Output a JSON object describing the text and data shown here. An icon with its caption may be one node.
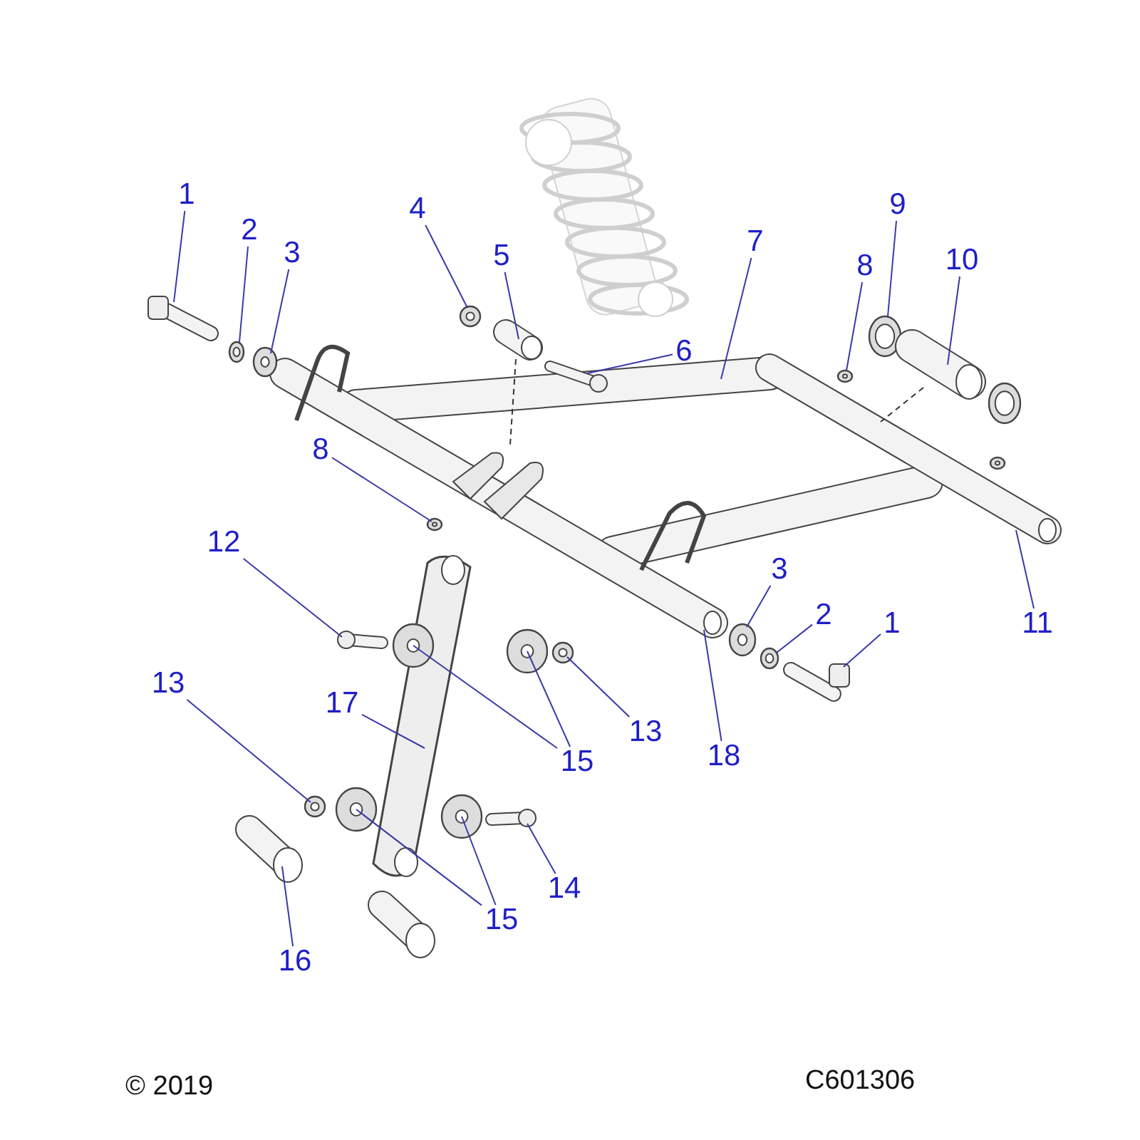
{
  "diagram": {
    "nodes": [
      {
        "text": [
          "1"
        ]
      },
      {
        "text": [
          "2"
        ]
      },
      {
        "text": [
          "3"
        ]
      },
      {
        "text": [
          "4"
        ]
      },
      {
        "text": [
          "5"
        ]
      },
      {
        "text": [
          "6"
        ]
      },
      {
        "text": [
          "7"
        ]
      },
      {
        "text": [
          "8"
        ]
      },
      {
        "text": [
          "9"
        ]
      },
      {
        "text": [
          "10"
        ]
      },
      {
        "text": [
          "8"
        ]
      },
      {
        "text": [
          "11"
        ]
      },
      {
        "text": [
          "12"
        ]
      },
      {
        "text": [
          "3"
        ]
      },
      {
        "text": [
          "2"
        ]
      },
      {
        "text": [
          "1"
        ]
      },
      {
        "text": [
          "13"
        ]
      },
      {
        "text": [
          "17"
        ]
      },
      {
        "text": [
          "18"
        ]
      },
      {
        "text": [
          "13"
        ]
      },
      {
        "text": [
          "15"
        ]
      },
      {
        "text": [
          "14"
        ]
      },
      {
        "text": [
          "15"
        ]
      },
      {
        "text": [
          "16"
        ]
      }
    ],
    "edges": [
      {
        "from": 0,
        "to": null,
        "arrow": "none"
      },
      {
        "from": 1,
        "to": null,
        "arrow": "none"
      },
      {
        "from": 2,
        "to": null,
        "arrow": "none"
      },
      {
        "from": 3,
        "to": null,
        "arrow": "none"
      },
      {
        "from": 4,
        "to": null,
        "arrow": "none"
      },
      {
        "from": 5,
        "to": null,
        "arrow": "none"
      },
      {
        "from": 6,
        "to": null,
        "arrow": "none"
      },
      {
        "from": 7,
        "to": null,
        "arrow": "none"
      },
      {
        "from": 8,
        "to": null,
        "arrow": "none"
      },
      {
        "from": 9,
        "to": null,
        "arrow": "none"
      },
      {
        "from": 10,
        "to": null,
        "arrow": "none"
      },
      {
        "from": 11,
        "to": null,
        "arrow": "none"
      },
      {
        "from": 12,
        "to": null,
        "arrow": "none"
      },
      {
        "from": 13,
        "to": null,
        "arrow": "none"
      },
      {
        "from": 14,
        "to": null,
        "arrow": "none"
      },
      {
        "from": 15,
        "to": null,
        "arrow": "none"
      },
      {
        "from": 16,
        "to": null,
        "arrow": "none"
      },
      {
        "from": 17,
        "to": null,
        "arrow": "none"
      },
      {
        "from": 18,
        "to": null,
        "arrow": "none"
      },
      {
        "from": 19,
        "to": null,
        "arrow": "none"
      },
      {
        "from": 20,
        "to": null,
        "arrow": "none"
      },
      {
        "from": 20,
        "to": null,
        "arrow": "none"
      },
      {
        "from": 21,
        "to": null,
        "arrow": "none"
      },
      {
        "from": 22,
        "to": null,
        "arrow": "none"
      },
      {
        "from": 22,
        "to": null,
        "arrow": "none"
      },
      {
        "from": 23,
        "to": null,
        "arrow": "none"
      }
    ],
    "labels": [
      "© 2019",
      "C601306"
    ]
  }
}
